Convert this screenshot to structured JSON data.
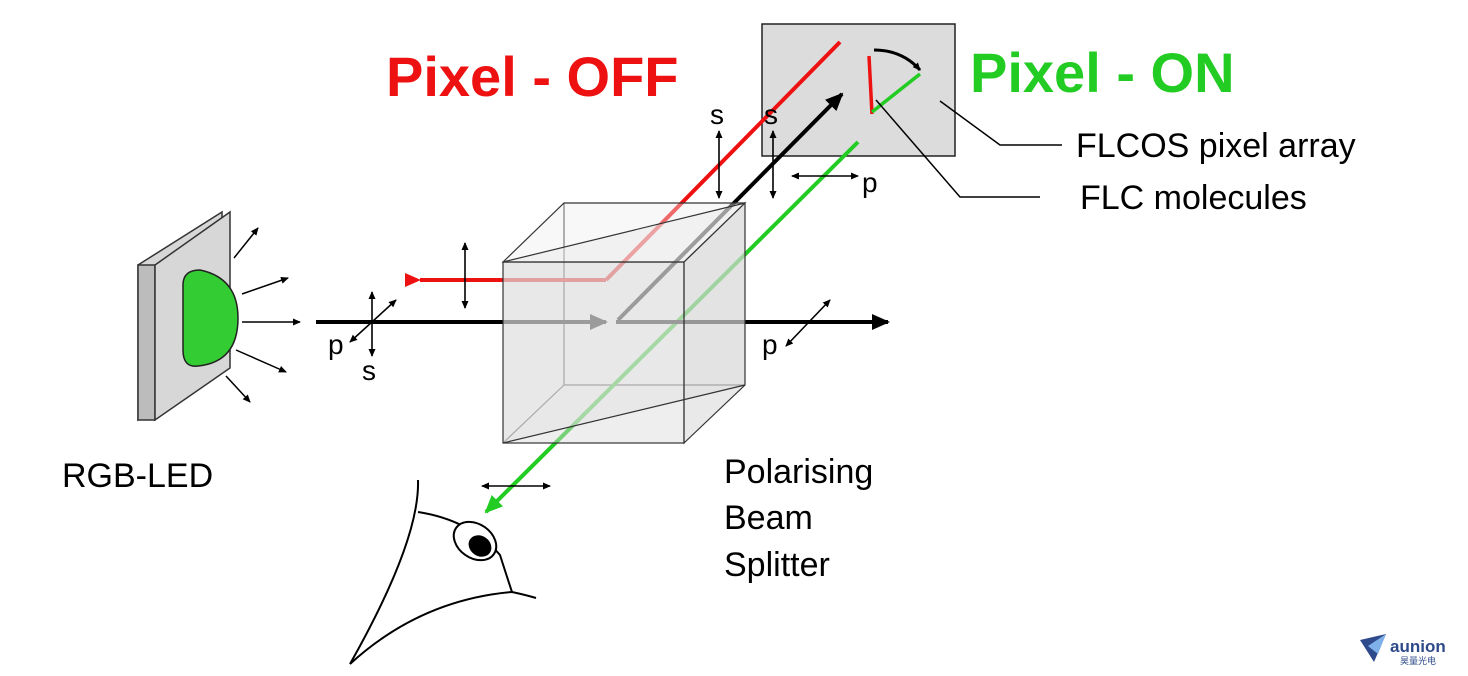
{
  "labels": {
    "pixel_off": "Pixel - OFF",
    "pixel_on": "Pixel - ON",
    "flcos": "FLCOS pixel array",
    "flc": "FLC molecules",
    "rgb_led": "RGB-LED",
    "pbs_line1": "Polarising",
    "pbs_line2": "Beam",
    "pbs_line3": "Splitter"
  },
  "polarization": {
    "s": "s",
    "p": "p"
  },
  "logo": {
    "name": "aunion",
    "sub": "昊量光电"
  },
  "colors": {
    "off_red": "#ee1111",
    "on_green": "#22cc22",
    "led_green": "#33cc33",
    "panel_gray": "#dcdcdc",
    "black": "#000000",
    "logo_blue": "#2f4a8a"
  },
  "icons": [
    "eye-icon",
    "led-icon",
    "logo-plane-icon"
  ]
}
